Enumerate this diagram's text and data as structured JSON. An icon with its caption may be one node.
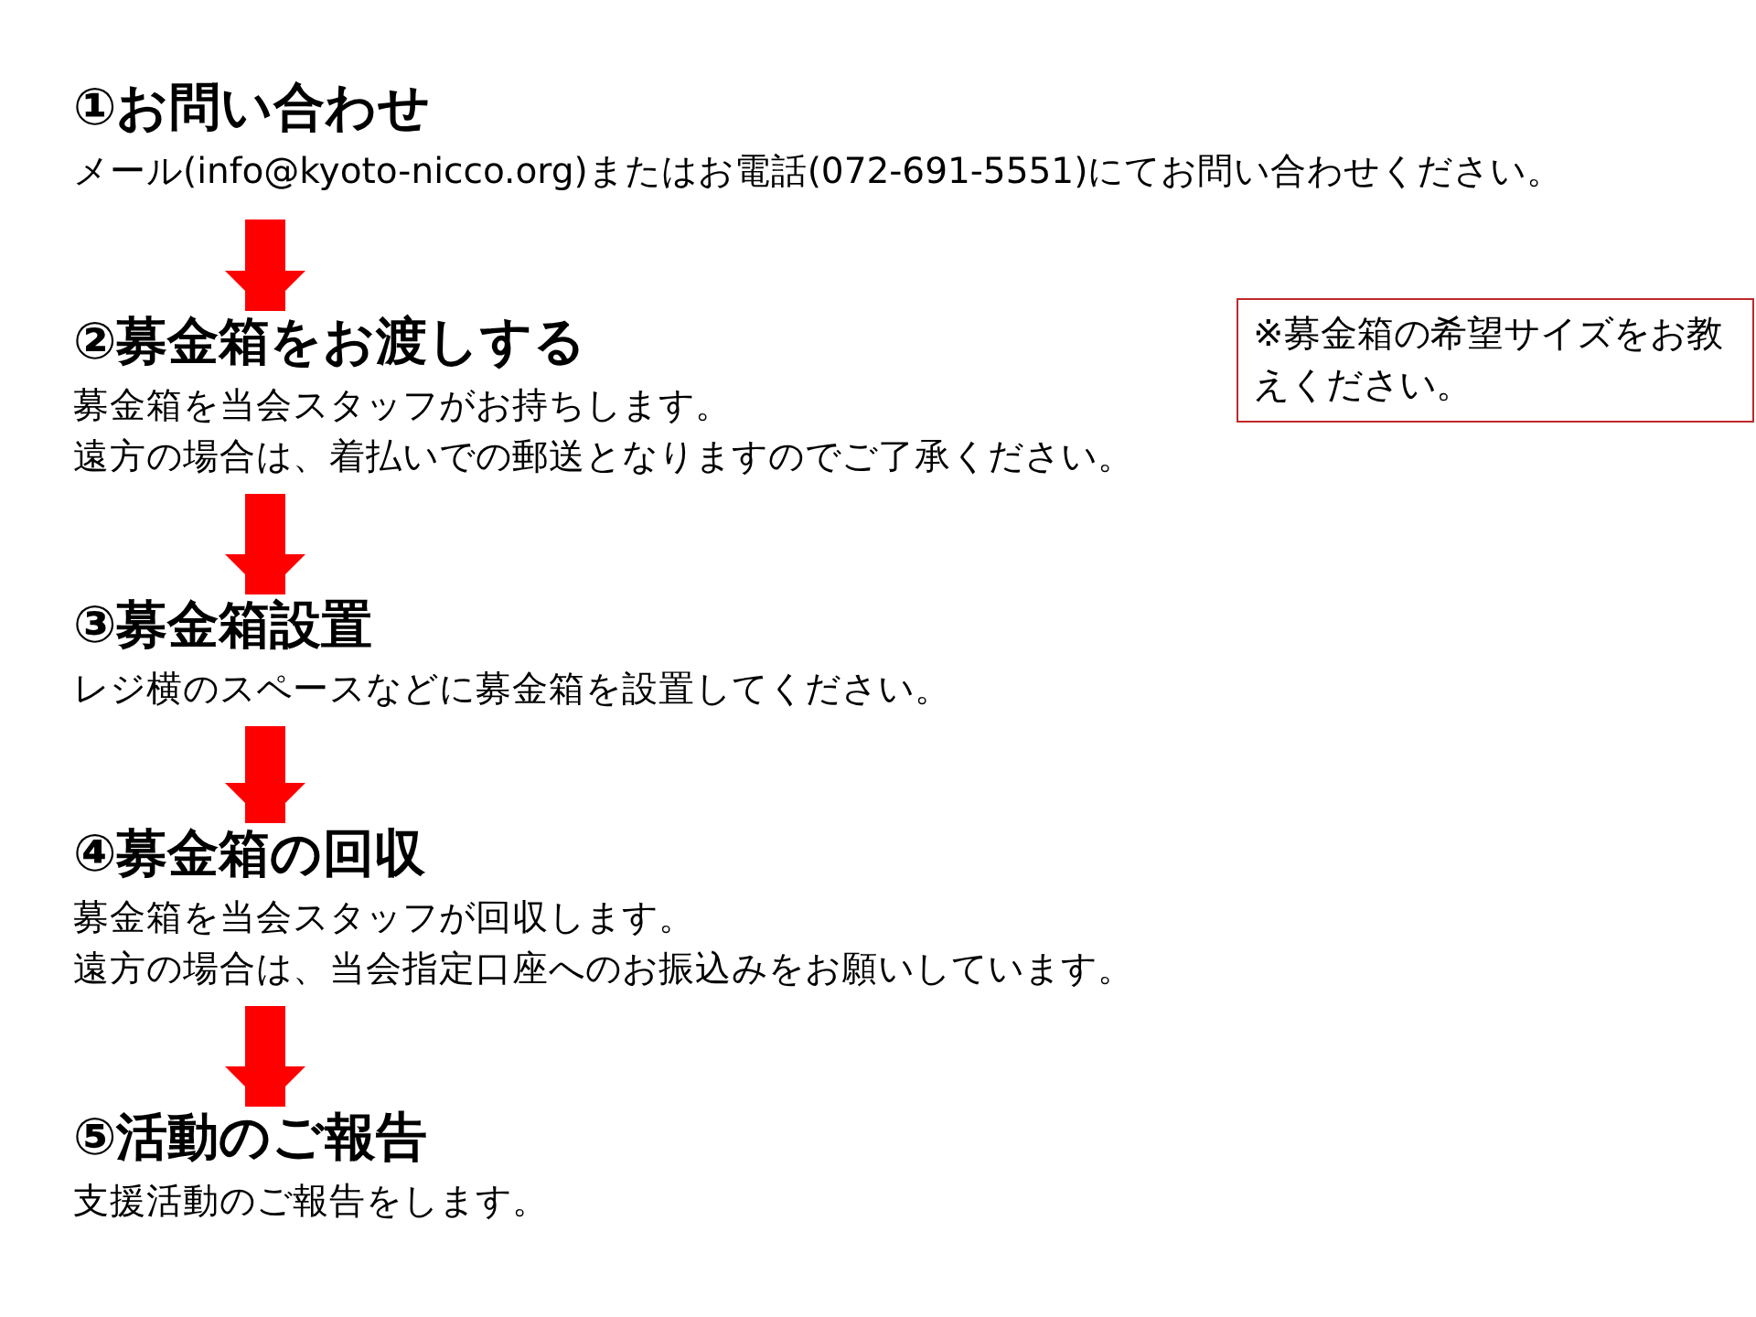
{
  "diagram": {
    "nodes": [
      {
        "text": [
          "①お問い合わせ",
          "メール(info@kyoto-nicco.org)またはお電話(072-691-5551)にてお問い合わせください。"
        ]
      },
      {
        "text": [
          "②募金箱をお渡しする",
          "募金箱を当会スタッフがお持ちします。",
          "遠方の場合は、着払いでの郵送となりますのでご了承ください。"
        ]
      },
      {
        "text": [
          "※募金箱の希望サイズをお教えください。"
        ]
      },
      {
        "text": [
          "③募金箱設置",
          "レジ横のスペースなどに募金箱を設置してください。"
        ]
      },
      {
        "text": [
          "④募金箱の回収",
          "募金箱を当会スタッフが回収します。",
          "遠方の場合は、当会指定口座へのお振込みをお願いしています。"
        ]
      },
      {
        "text": [
          "⑤活動のご報告",
          "支援活動のご報告をします。"
        ]
      }
    ],
    "edges": [
      {
        "from": 0,
        "to": 1,
        "arrow": "to"
      },
      {
        "from": 1,
        "to": 3,
        "arrow": "to"
      },
      {
        "from": 3,
        "to": 4,
        "arrow": "to"
      },
      {
        "from": 4,
        "to": 5,
        "arrow": "to"
      }
    ]
  }
}
